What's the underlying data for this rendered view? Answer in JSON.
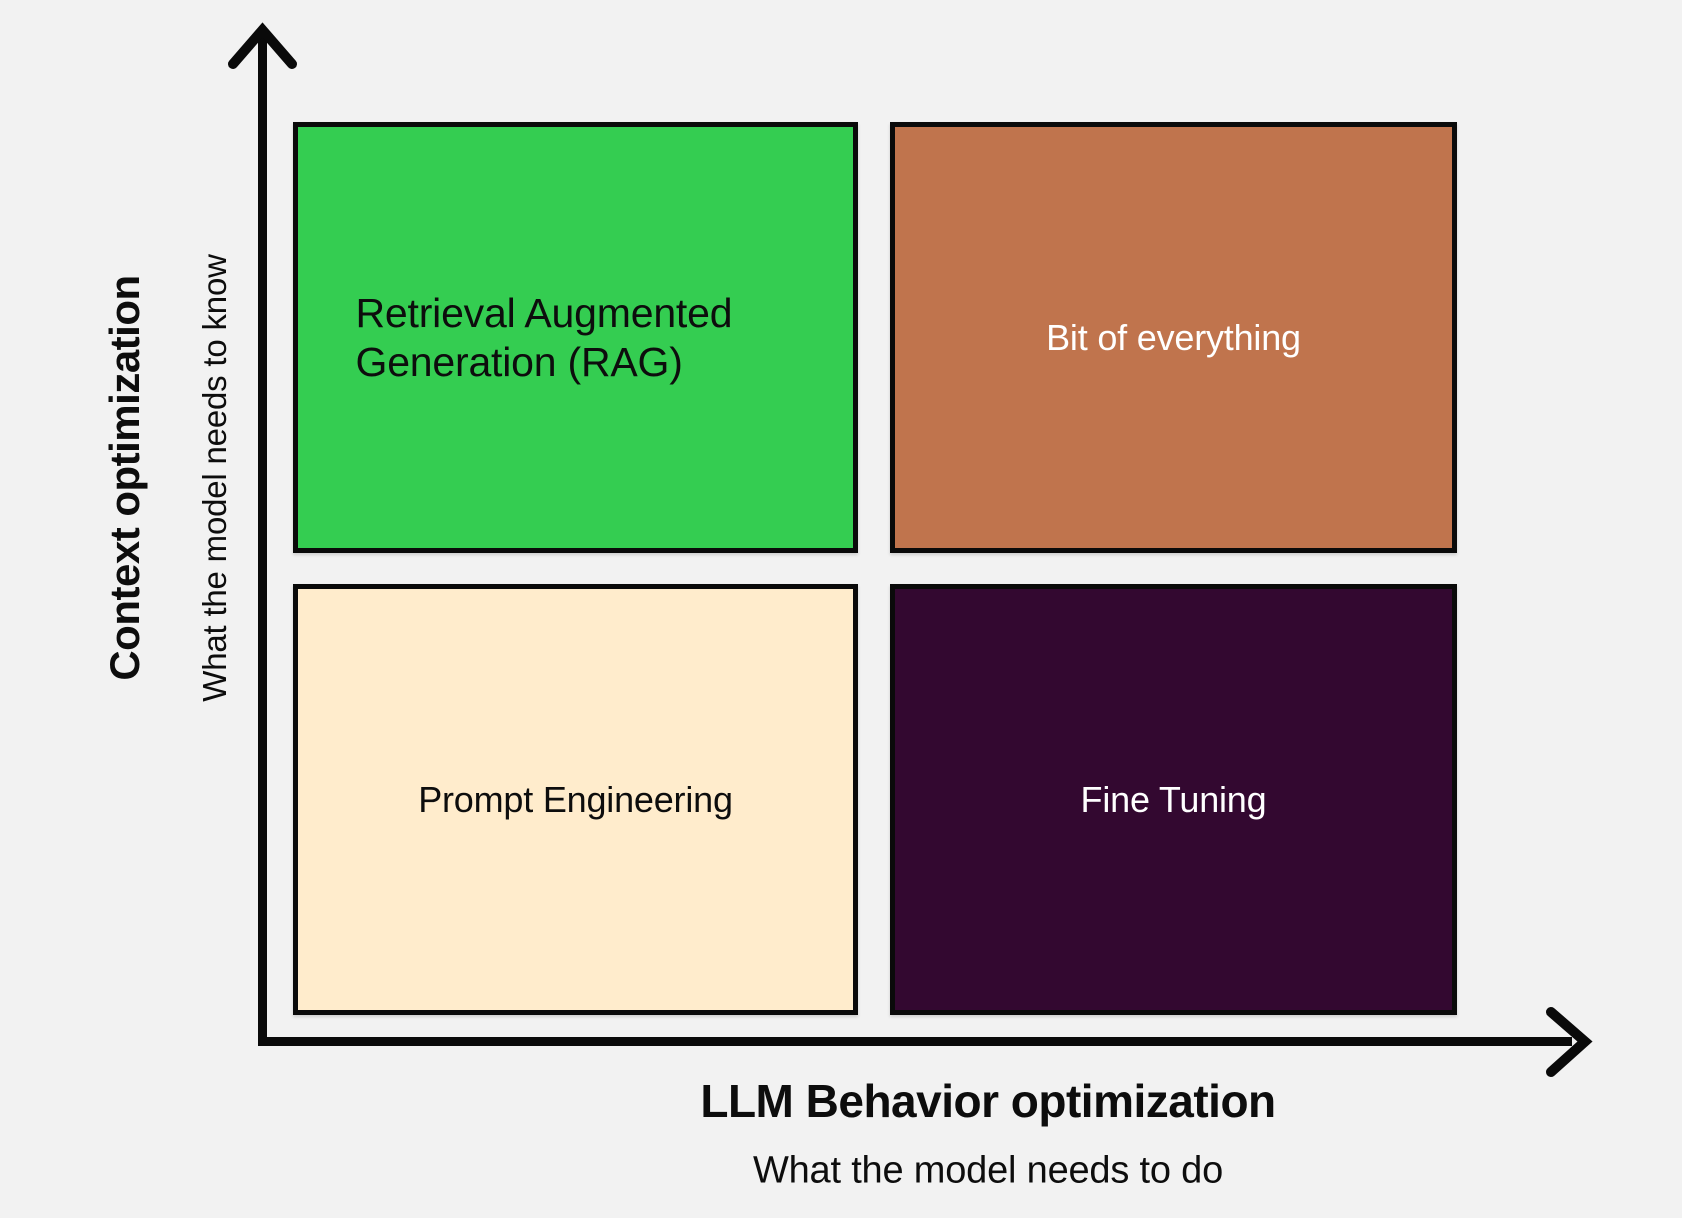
{
  "colors": {
    "background": "#f2f2f2",
    "axis": "#0a0a0a",
    "box_border": "#0a0a0a"
  },
  "y_axis": {
    "title": "Context optimization",
    "subtitle": "What the model needs to know"
  },
  "x_axis": {
    "title": "LLM Behavior optimization",
    "subtitle": "What the model needs to do"
  },
  "quadrants": [
    {
      "position": "top-left",
      "label": "Retrieval Augmented Generation (RAG)",
      "bg": "#34cd51",
      "text": "#0d0d0d"
    },
    {
      "position": "top-right",
      "label": "Bit of everything",
      "bg": "#c0744d",
      "text": "#ffffff"
    },
    {
      "position": "bottom-left",
      "label": "Prompt Engineering",
      "bg": "#ffeccc",
      "text": "#0d0d0d"
    },
    {
      "position": "bottom-right",
      "label": "Fine Tuning",
      "bg": "#330830",
      "text": "#ffffff"
    }
  ]
}
